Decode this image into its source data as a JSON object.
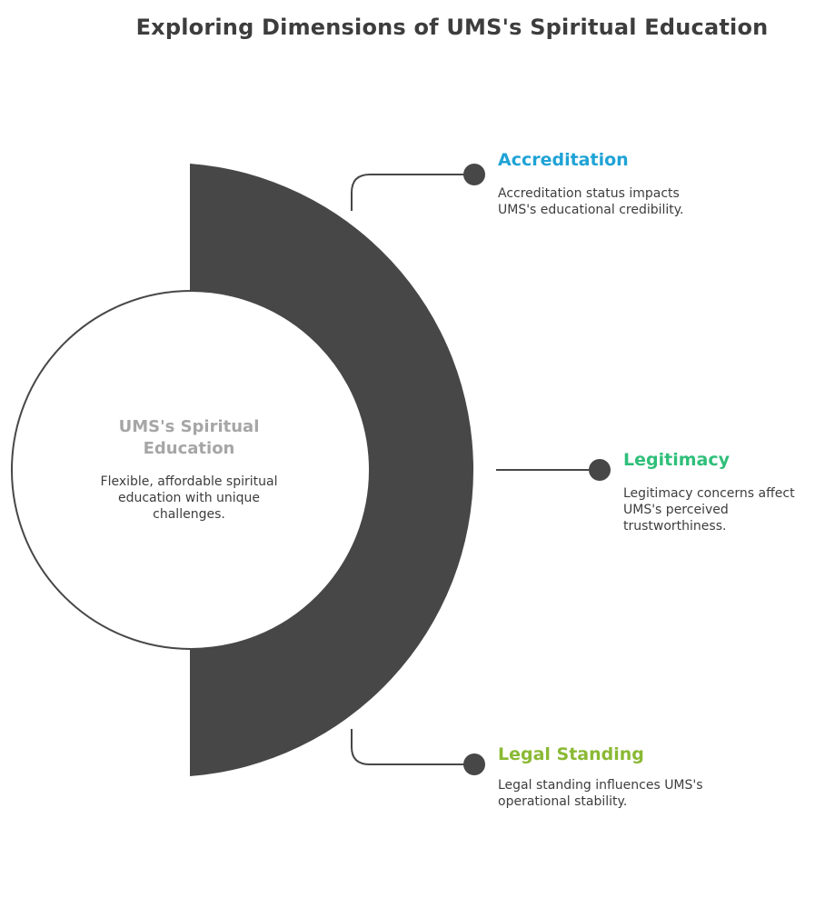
{
  "title": "Exploring Dimensions of UMS's Spiritual Education",
  "center": {
    "title": "UMS's Spiritual Education",
    "description": "Flexible, affordable spiritual education with unique challenges."
  },
  "branches": [
    {
      "title": "Accreditation",
      "description": "Accreditation status impacts UMS's educational credibility.",
      "color": "#1fa3d6"
    },
    {
      "title": "Legitimacy",
      "description": "Legitimacy concerns affect UMS's perceived trustworthiness.",
      "color": "#2fbf7a"
    },
    {
      "title": "Legal Standing",
      "description": "Legal standing influences UMS's operational stability.",
      "color": "#8ab933"
    }
  ],
  "colors": {
    "ring": "#474747",
    "connector": "#474747",
    "center_fill": "#ffffff",
    "center_stroke": "#474747"
  }
}
